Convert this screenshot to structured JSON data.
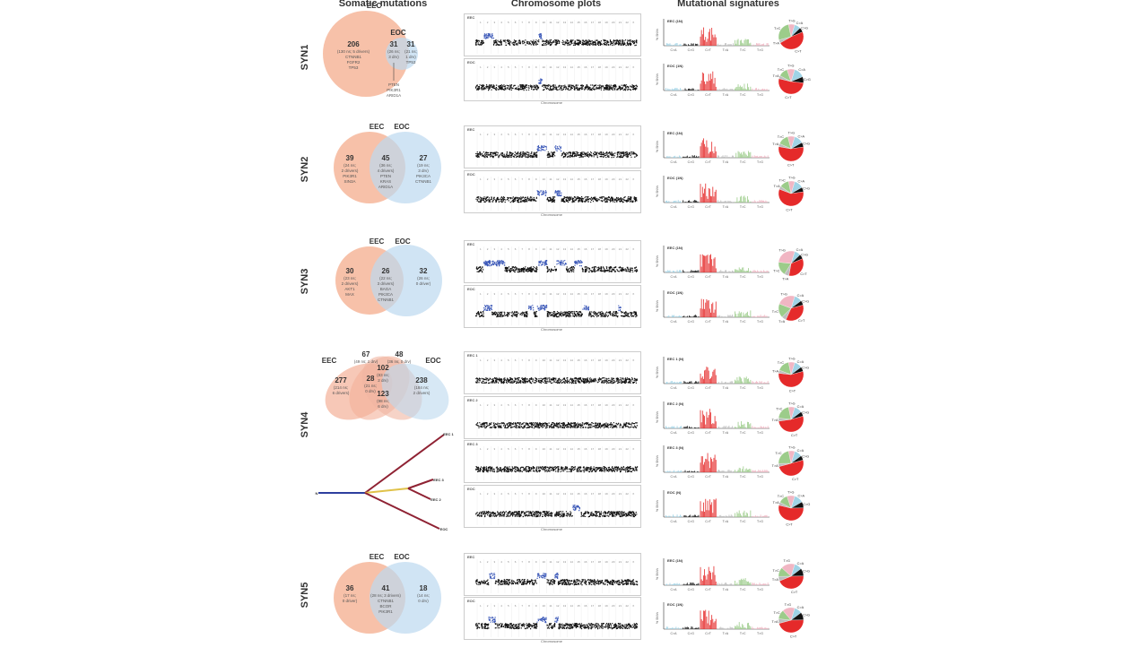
{
  "column_titles": {
    "somatic": "Somatic mutations",
    "chromosome": "Chromosome plots",
    "signatures": "Mutational signatures"
  },
  "chromosome_axis_label": "Chromosome",
  "chromosome_ticks": [
    "1",
    "2",
    "3",
    "4",
    "5",
    "6",
    "7",
    "8",
    "9",
    "10",
    "11",
    "12",
    "13",
    "14",
    "15",
    "16",
    "17",
    "18",
    "19",
    "20",
    "21",
    "22",
    "X"
  ],
  "signature_axis": {
    "ylabel": "% SNVs",
    "categories": [
      "C>A",
      "C>G",
      "C>T",
      "T>A",
      "T>C",
      "T>G"
    ]
  },
  "signature_colors": {
    "C>A": "#9fd3e6",
    "C>G": "#111111",
    "C>T": "#e52a2a",
    "T>A": "#bdbdbd",
    "T>C": "#9ccc8a",
    "T>G": "#f1b6c3"
  },
  "venn_colors": {
    "eec": "#f6b69a",
    "eoc": "#bcd9ef",
    "overlap": "#cfa89c"
  },
  "rows": [
    {
      "label": "SYN1",
      "venn": {
        "eec": "EEC",
        "eoc": "EOC",
        "left": {
          "count": "206",
          "lines": [
            "(130 ns; 5 drivers)",
            "CTNNB1",
            "FGFR2",
            "TP53"
          ]
        },
        "mid": {
          "count": "31",
          "lines": [
            "(26 ns;",
            "3 drv)"
          ]
        },
        "right": {
          "count": "31",
          "lines": [
            "(21 ns;",
            "1 drv)",
            "TP53"
          ]
        },
        "callout": [
          "PTEN",
          "PIK3R1",
          "ARID1A"
        ]
      },
      "samples": [
        {
          "tag": "EEC",
          "sig": "EEC (1N)",
          "gains": [
            [
              0.05,
              0.11
            ],
            [
              0.39,
              0.41
            ]
          ],
          "pie": [
            8,
            6,
            48,
            4,
            26,
            8
          ]
        },
        {
          "tag": "EOC",
          "sig": "EOC (1N)",
          "gains": [
            [
              0.39,
              0.41
            ]
          ],
          "pie": [
            14,
            8,
            52,
            4,
            12,
            10
          ]
        }
      ]
    },
    {
      "label": "SYN2",
      "venn": {
        "eec": "EEC",
        "eoc": "EOC",
        "left": {
          "count": "39",
          "lines": [
            "(24 ns;",
            "2 drivers)",
            "PIK3R1",
            "SIN3A"
          ]
        },
        "mid": {
          "count": "45",
          "lines": [
            "(36 ns;",
            "4 drivers)",
            "PTEN",
            "KRAS",
            "ARID1A"
          ]
        },
        "right": {
          "count": "27",
          "lines": [
            "(19 ns;",
            "3 drv)",
            "PIK3CA",
            "CTNNB1"
          ]
        }
      },
      "samples": [
        {
          "tag": "EEC",
          "sig": "EEC (1N)",
          "gains": [
            [
              0.38,
              0.44
            ],
            [
              0.49,
              0.53
            ]
          ],
          "pie": [
            12,
            6,
            55,
            4,
            14,
            9
          ]
        },
        {
          "tag": "EOC",
          "sig": "EOC (1N)",
          "gains": [
            [
              0.38,
              0.44
            ],
            [
              0.49,
              0.53
            ]
          ],
          "pie": [
            12,
            6,
            58,
            4,
            12,
            8
          ]
        }
      ]
    },
    {
      "label": "SYN3",
      "venn": {
        "eec": "EEC",
        "eoc": "EOC",
        "left": {
          "count": "30",
          "lines": [
            "(23 ns;",
            "2 drivers)",
            "AKT1",
            "MAX"
          ]
        },
        "mid": {
          "count": "26",
          "lines": [
            "(22 ns;",
            "3 drivers)",
            "BAGA",
            "PIK3CA",
            "CTNNB1"
          ]
        },
        "right": {
          "count": "32",
          "lines": [
            "(26 ns;",
            "0 driver)"
          ]
        }
      },
      "samples": [
        {
          "tag": "EEC",
          "sig": "EEC (1N)",
          "gains": [
            [
              0.05,
              0.18
            ],
            [
              0.38,
              0.44
            ],
            [
              0.5,
              0.56
            ],
            [
              0.61,
              0.66
            ]
          ],
          "pie": [
            8,
            6,
            34,
            6,
            18,
            28
          ]
        },
        {
          "tag": "EOC",
          "sig": "EOC (1N)",
          "gains": [
            [
              0.05,
              0.1
            ],
            [
              0.32,
              0.36
            ],
            [
              0.38,
              0.44
            ],
            [
              0.66,
              0.7
            ],
            [
              0.88,
              0.9
            ]
          ],
          "pie": [
            10,
            6,
            36,
            6,
            18,
            24
          ]
        }
      ]
    },
    {
      "label": "SYN4",
      "venn": {
        "eec": "EEC",
        "eoc": "EOC",
        "a": {
          "count": "277",
          "lines": [
            "(214 ns;",
            "6 drivers)"
          ]
        },
        "b": {
          "count": "67",
          "lines": [
            "(49 ns; 1 drv)"
          ]
        },
        "c": {
          "count": "48",
          "lines": [
            "(36 ns; 0 drv)"
          ]
        },
        "d": {
          "count": "102",
          "lines": [
            "(83 ns;",
            "2 drv)"
          ]
        },
        "e": {
          "count": "28",
          "lines": [
            "(21 ns;",
            "0 drv)"
          ]
        },
        "f": {
          "count": "123",
          "lines": [
            "(98 ns;",
            "6 drv)"
          ]
        },
        "g": {
          "count": "238",
          "lines": [
            "(184 ns;",
            "2 drivers)"
          ]
        }
      },
      "tree": {
        "root": "N",
        "leaves": [
          "EEC 1",
          "EEC 3",
          "EEC 2",
          "EOC"
        ]
      },
      "samples": [
        {
          "tag": "EEC 1",
          "sig": "EEC 1 (N)",
          "gains": [],
          "pie": [
            10,
            6,
            56,
            4,
            16,
            8
          ]
        },
        {
          "tag": "EEC 2",
          "sig": "EEC 2 (N)",
          "gains": [],
          "pie": [
            10,
            6,
            52,
            4,
            20,
            8
          ]
        },
        {
          "tag": "EEC 3",
          "sig": "EEC 3 (N)",
          "gains": [],
          "pie": [
            10,
            6,
            50,
            4,
            22,
            8
          ]
        },
        {
          "tag": "EOC",
          "sig": "EOC (N)",
          "gains": [
            [
              0.6,
              0.65
            ]
          ],
          "pie": [
            12,
            8,
            54,
            4,
            12,
            10
          ]
        }
      ]
    },
    {
      "label": "SYN5",
      "venn": {
        "eec": "EEC",
        "eoc": "EOC",
        "left": {
          "count": "36",
          "lines": [
            "(17 ns;",
            "0 driver)"
          ]
        },
        "mid": {
          "count": "41",
          "lines": [
            "(28 ns; 3 drivers)",
            "CTNNB1",
            "BCOR",
            "PIK3R1"
          ]
        },
        "right": {
          "count": "18",
          "lines": [
            "(14 ns;",
            "0 drv)"
          ]
        }
      },
      "samples": [
        {
          "tag": "EEC",
          "sig": "EEC (1N)",
          "gains": [
            [
              0.08,
              0.12
            ],
            [
              0.38,
              0.44
            ],
            [
              0.49,
              0.51
            ]
          ],
          "pie": [
            10,
            10,
            44,
            6,
            12,
            18
          ]
        },
        {
          "tag": "EOC",
          "sig": "EOC (1N)",
          "gains": [
            [
              0.08,
              0.12
            ],
            [
              0.38,
              0.44
            ],
            [
              0.49,
              0.51
            ]
          ],
          "pie": [
            10,
            10,
            46,
            6,
            12,
            16
          ]
        }
      ]
    }
  ]
}
